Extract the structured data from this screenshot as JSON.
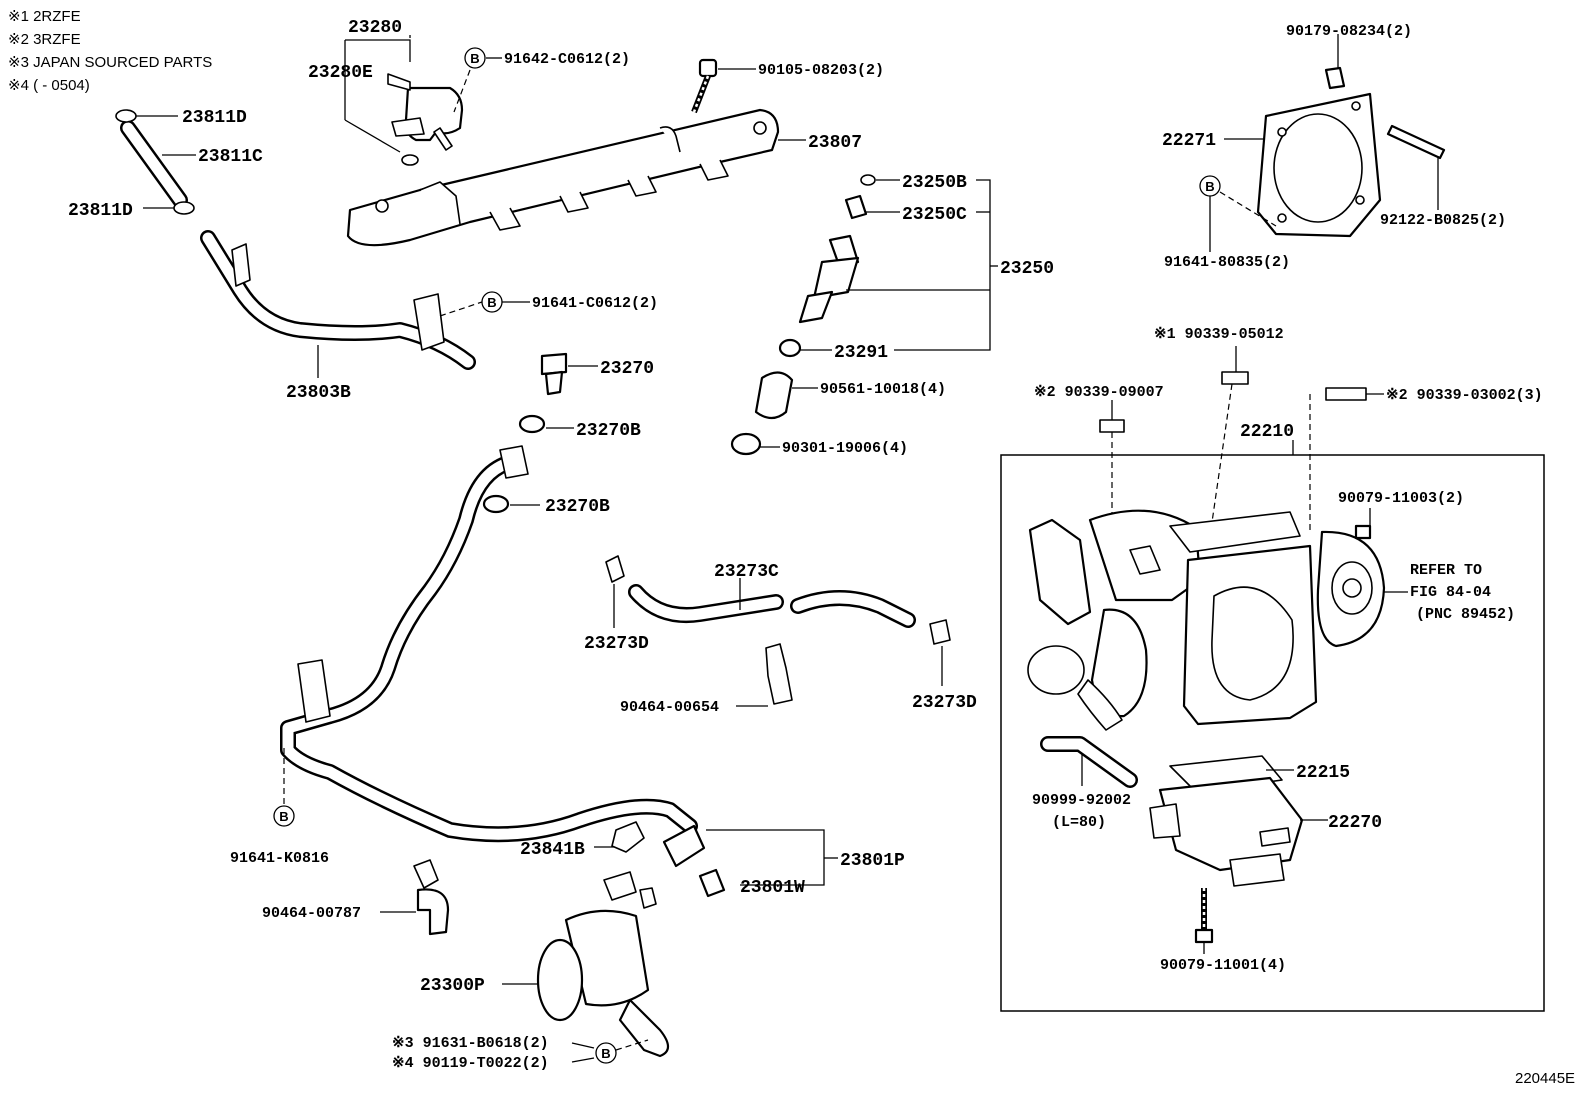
{
  "notes": [
    "※1 2RZFE",
    "※2 3RZFE",
    "※3 JAPAN SOURCED PARTS",
    "※4 (          - 0504)"
  ],
  "callout_marker": "B",
  "figure_id": "220445E",
  "parts": {
    "p23280": "23280",
    "p23280E": "23280E",
    "p91642": "91642-C0612(2)",
    "p90105": "90105-08203(2)",
    "p23807": "23807",
    "p23811D_top": "23811D",
    "p23811C": "23811C",
    "p23811D_bot": "23811D",
    "p91641_C": "91641-C0612(2)",
    "p23803B": "23803B",
    "p23250B": "23250B",
    "p23250C": "23250C",
    "p23250": "23250",
    "p23291": "23291",
    "p90561": "90561-10018(4)",
    "p90301": "90301-19006(4)",
    "p23270": "23270",
    "p23270B_1": "23270B",
    "p23270B_2": "23270B",
    "p23273C": "23273C",
    "p23273D_l": "23273D",
    "p23273D_r": "23273D",
    "p90464_654": "90464-00654",
    "p91641_K": "91641-K0816",
    "p23841B": "23841B",
    "p23801P": "23801P",
    "p23801W": "23801W",
    "p90464_787": "90464-00787",
    "p23300P": "23300P",
    "p91631": "※3 91631-B0618(2)",
    "p90119": "※4 90119-T0022(2)",
    "p90179": "90179-08234(2)",
    "p22271": "22271",
    "p92122": "92122-B0825(2)",
    "p91641_8": "91641-80835(2)",
    "p90339_05012": "※1 90339-05012",
    "p90339_09007": "※2 90339-09007",
    "p90339_03002": "※2 90339-03002(3)",
    "p22210": "22210",
    "p90079_11003": "90079-11003(2)",
    "refer1": "REFER TO",
    "refer2": "FIG 84-04",
    "refer3": "(PNC 89452)",
    "p90999": "90999-92002",
    "p90999_len": "(L=80)",
    "p22215": "22215",
    "p22270": "22270",
    "p90079_11001": "90079-11001(4)"
  }
}
